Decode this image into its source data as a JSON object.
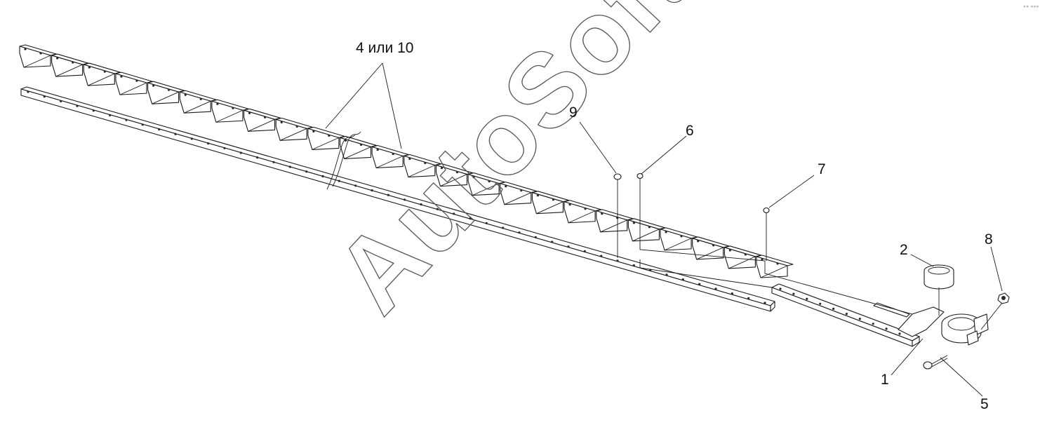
{
  "diagram": {
    "callouts": [
      {
        "id": "callout-4-or-10",
        "text": "4 или 10"
      },
      {
        "id": "callout-9",
        "text": "9"
      },
      {
        "id": "callout-6",
        "text": "6"
      },
      {
        "id": "callout-7",
        "text": "7"
      },
      {
        "id": "callout-2",
        "text": "2"
      },
      {
        "id": "callout-8",
        "text": "8"
      },
      {
        "id": "callout-1",
        "text": "1"
      },
      {
        "id": "callout-5",
        "text": "5"
      }
    ],
    "watermark": "AutoSoft",
    "corner_mark": "°° °°°"
  }
}
